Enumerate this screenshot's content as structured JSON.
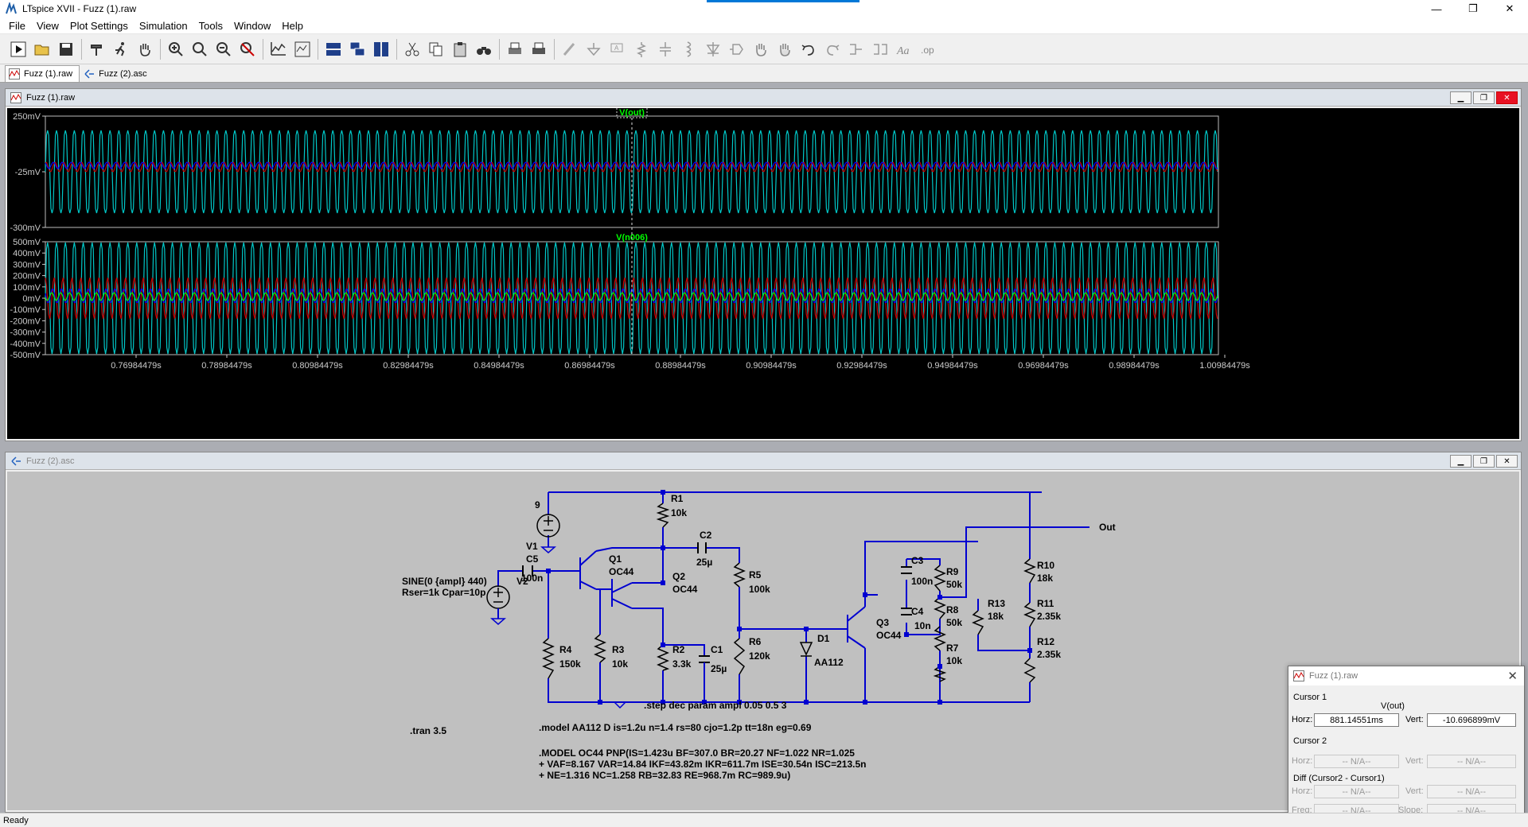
{
  "app": {
    "title": "LTspice XVII - Fuzz (1).raw"
  },
  "window_controls": {
    "minimize": "—",
    "maximize": "❐",
    "close": "✕"
  },
  "menu": [
    "File",
    "View",
    "Plot Settings",
    "Simulation",
    "Tools",
    "Window",
    "Help"
  ],
  "toolbar_icons": [
    "run-icon",
    "open-icon",
    "save-icon",
    "hammer-icon",
    "run-man-icon",
    "pan-hand-icon",
    "zoom-in-icon",
    "zoom-area-icon",
    "zoom-out-icon",
    "zoom-cancel-icon",
    "autorange-icon",
    "plot-select-icon",
    "tile-horizontal-icon",
    "cascade-icon",
    "tile-vertical-icon",
    "cut-icon",
    "copy-icon",
    "paste-icon",
    "find-icon",
    "print-icon",
    "print-setup-icon",
    "wire-icon",
    "ground-icon",
    "label-icon",
    "resistor-icon",
    "capacitor-icon",
    "inductor-icon",
    "diode-icon",
    "component-icon",
    "move-icon",
    "drag-icon",
    "undo-icon",
    "redo-icon",
    "rotate-icon",
    "mirror-icon",
    "text-icon",
    "spice-directive-icon"
  ],
  "tabs": [
    {
      "label": "Fuzz (1).raw",
      "active": true
    },
    {
      "label": "Fuzz (2).asc",
      "active": false
    }
  ],
  "plot_window": {
    "title": "Fuzz (1).raw",
    "pane1": {
      "trace_label": "V(out)",
      "y_ticks": [
        "250mV",
        "-25mV",
        "-300mV"
      ],
      "trace_color": "#00ff00"
    },
    "pane2": {
      "trace_label": "V(n006)",
      "y_ticks": [
        "500mV",
        "400mV",
        "300mV",
        "200mV",
        "100mV",
        "0mV",
        "-100mV",
        "-200mV",
        "-300mV",
        "-400mV",
        "-500mV"
      ]
    },
    "x_ticks": [
      "0.76984479s",
      "0.78984479s",
      "0.80984479s",
      "0.82984479s",
      "0.84984479s",
      "0.86984479s",
      "0.88984479s",
      "0.90984479s",
      "0.92984479s",
      "0.94984479s",
      "0.96984479s",
      "0.98984479s",
      "1.00984479s"
    ],
    "series_colors": {
      "step1": "#00c8c8",
      "step2": "#0000ff",
      "step3": "#c80000"
    }
  },
  "schematic_window": {
    "title": "Fuzz (2).asc",
    "components": {
      "V1": {
        "name": "V1",
        "value": "9"
      },
      "V2": {
        "name": "V2",
        "value1": "SINE(0 {ampl} 440)",
        "value2": "Rser=1k Cpar=10p"
      },
      "R1": {
        "name": "R1",
        "value": "10k"
      },
      "R2": {
        "name": "R2",
        "value": "3.3k"
      },
      "R3": {
        "name": "R3",
        "value": "10k"
      },
      "R4": {
        "name": "R4",
        "value": "150k"
      },
      "R5": {
        "name": "R5",
        "value": "100k"
      },
      "R6": {
        "name": "R6",
        "value": "120k"
      },
      "R7": {
        "name": "R7",
        "value": "10k"
      },
      "R8": {
        "name": "R8",
        "value": "50k"
      },
      "R9": {
        "name": "R9",
        "value": "50k"
      },
      "R10": {
        "name": "R10",
        "value": "18k"
      },
      "R11": {
        "name": "R11",
        "value": "2.35k"
      },
      "R12": {
        "name": "R12",
        "value": "2.35k"
      },
      "R13": {
        "name": "R13",
        "value": "18k"
      },
      "C1": {
        "name": "C1",
        "value": "25µ"
      },
      "C2": {
        "name": "C2",
        "value": "25µ"
      },
      "C3": {
        "name": "C3",
        "value": "100n"
      },
      "C4": {
        "name": "C4",
        "value": "10n"
      },
      "C5": {
        "name": "C5",
        "value": "100n"
      },
      "Q1": {
        "name": "Q1",
        "value": "OC44"
      },
      "Q2": {
        "name": "Q2",
        "value": "OC44"
      },
      "Q3": {
        "name": "Q3",
        "value": "OC44"
      },
      "D1": {
        "name": "D1",
        "value": "AA112"
      }
    },
    "out_label": "Out",
    "directives": {
      "step": ".step dec param ampl 0.05 0.5 3",
      "tran": ".tran 3.5",
      "model_d": ".model AA112 D is=1.2u n=1.4 rs=80 cjo=1.2p tt=18n eg=0.69",
      "model_q1": ".MODEL OC44 PNP(IS=1.423u BF=307.0 BR=20.27 NF=1.022 NR=1.025",
      "model_q2": "+ VAF=8.167 VAR=14.84 IKF=43.82m IKR=611.7m ISE=30.54n ISC=213.5n",
      "model_q3": "+ NE=1.316 NC=1.258 RB=32.83 RE=968.7m RC=989.9u)"
    }
  },
  "cursor_window": {
    "title": "Fuzz (1).raw",
    "cursor1_label": "Cursor 1",
    "trace": "V(out)",
    "horz_label": "Horz:",
    "horz_value": "881.14551ms",
    "vert_label": "Vert:",
    "vert_value": "-10.696899mV",
    "cursor2_label": "Cursor 2",
    "na": "-- N/A--",
    "diff_label": "Diff (Cursor2 - Cursor1)",
    "freq_label": "Freq:",
    "slope_label": "Slope:"
  },
  "status": {
    "text": "Ready"
  }
}
